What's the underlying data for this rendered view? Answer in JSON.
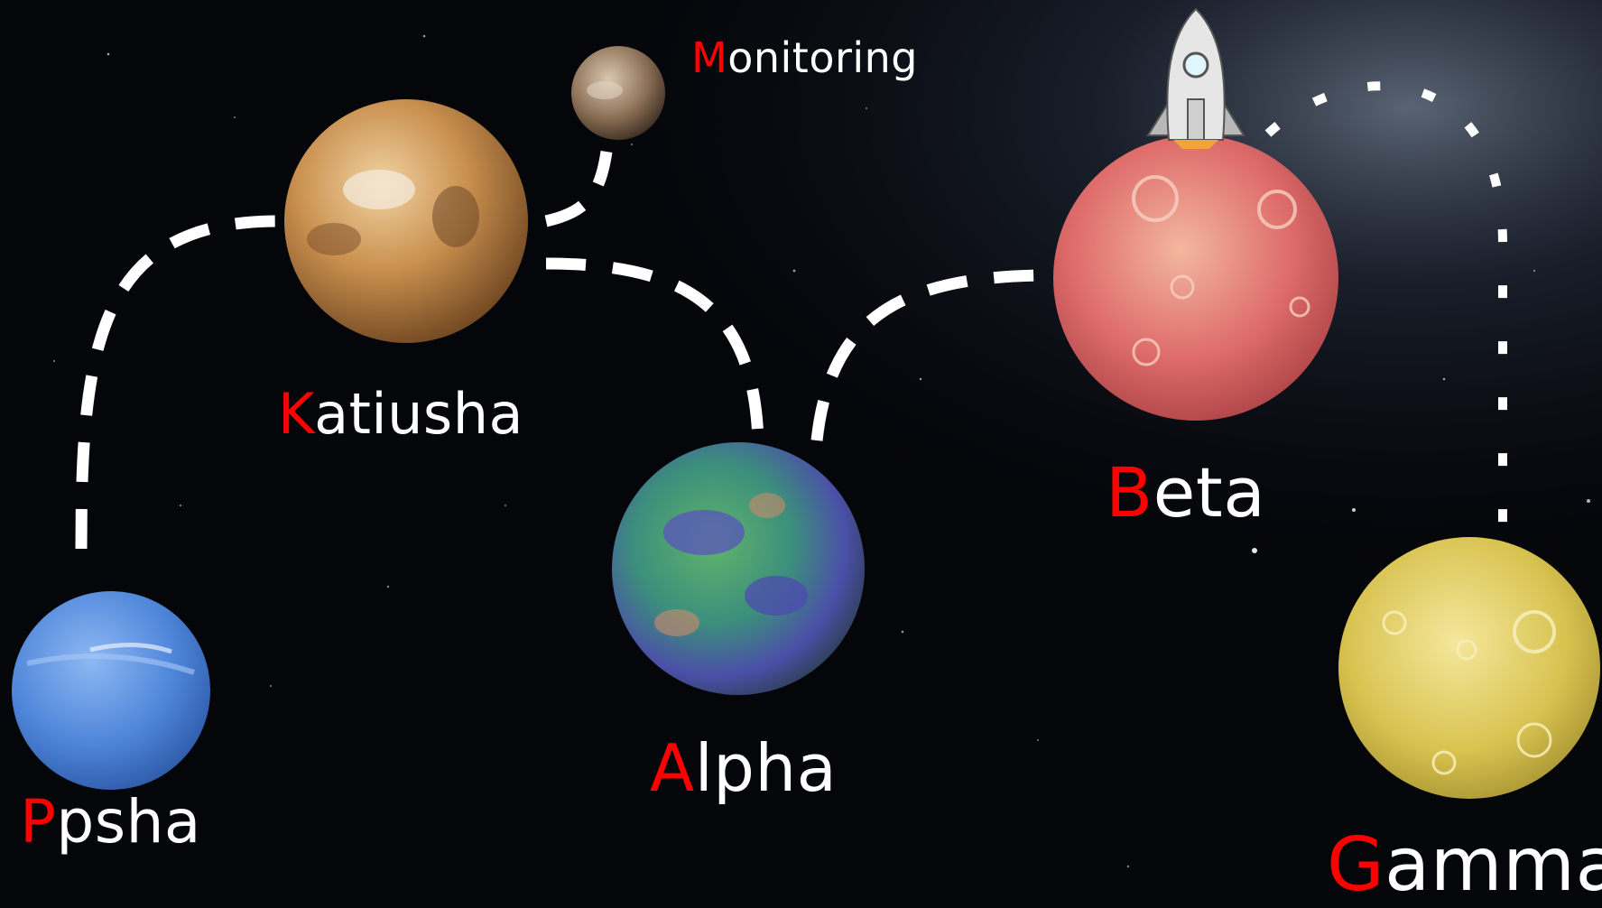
{
  "colors": {
    "background": "#05060a",
    "label_text": "#ffffff",
    "label_initial": "#ff0000",
    "connector": "#ffffff"
  },
  "planets": {
    "ppsha": {
      "initial": "P",
      "rest": "psha",
      "color": "blue"
    },
    "katiusha": {
      "initial": "K",
      "rest": "atiusha",
      "color": "orange-brown"
    },
    "monitoring": {
      "initial": "M",
      "rest": "onitoring",
      "color": "grey-brown"
    },
    "alpha": {
      "initial": "A",
      "rest": "lpha",
      "color": "green-purple"
    },
    "beta": {
      "initial": "B",
      "rest": "eta",
      "color": "red-pink"
    },
    "gamma": {
      "initial": "G",
      "rest": "amma",
      "color": "yellow"
    }
  },
  "rocket": {
    "icon": "rocket-icon"
  }
}
